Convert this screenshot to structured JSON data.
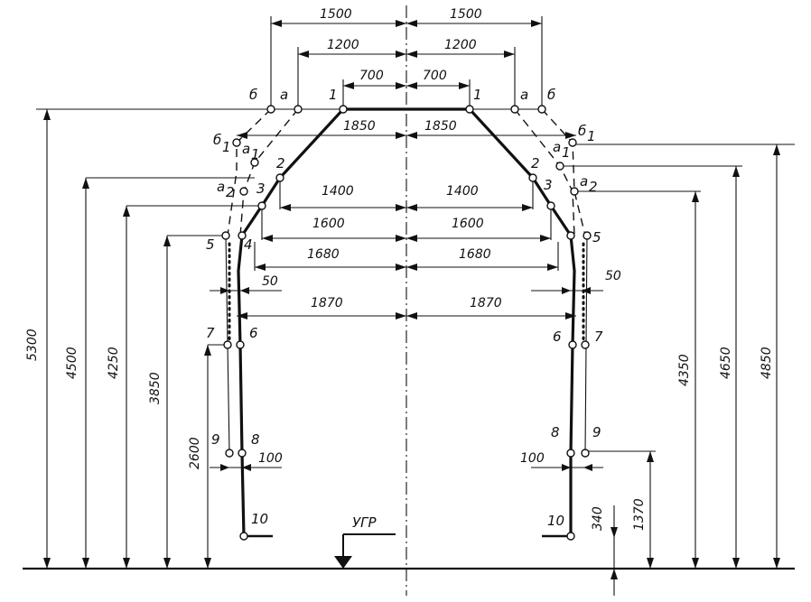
{
  "dimensions": {
    "w1500": "1500",
    "w1200": "1200",
    "w700": "700",
    "w1850": "1850",
    "w1400": "1400",
    "w1600": "1600",
    "w1680": "1680",
    "w1870": "1870",
    "w50": "50",
    "w100": "100",
    "h5300": "5300",
    "h4500": "4500",
    "h4250": "4250",
    "h3850": "3850",
    "h2600": "2600",
    "h4350": "4350",
    "h4650": "4650",
    "h4850": "4850",
    "h1370": "1370",
    "h340": "340"
  },
  "points": {
    "b": "б",
    "a": "a",
    "p1": "1",
    "b1": "б",
    "b1_sub": "1",
    "a1": "a",
    "a1_sub": "1",
    "a2": "a",
    "a2_sub": "2",
    "p2": "2",
    "p3": "3",
    "p4": "4",
    "p5": "5",
    "p6": "6",
    "p7": "7",
    "p8": "8",
    "p9": "9",
    "p10": "10"
  },
  "rail_label": "УГР"
}
